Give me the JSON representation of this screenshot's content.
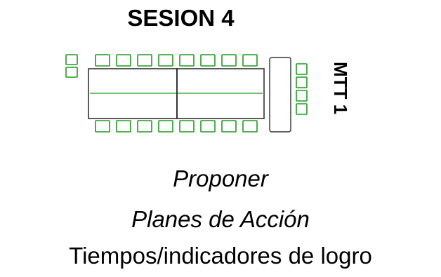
{
  "session": {
    "title": "SESION 4"
  },
  "diagram": {
    "group_label": "MTT 1",
    "colors": {
      "chair_stroke": "#1f9a1f",
      "chair_fill": "#ffffff",
      "table_stroke": "#333333",
      "table_fill": "#ffffff",
      "table_midline": "#1f9a1f"
    }
  },
  "caption": {
    "line1": "Proponer",
    "line2": "Planes de Acción",
    "line3": "Tiempos/indicadores de logro"
  }
}
